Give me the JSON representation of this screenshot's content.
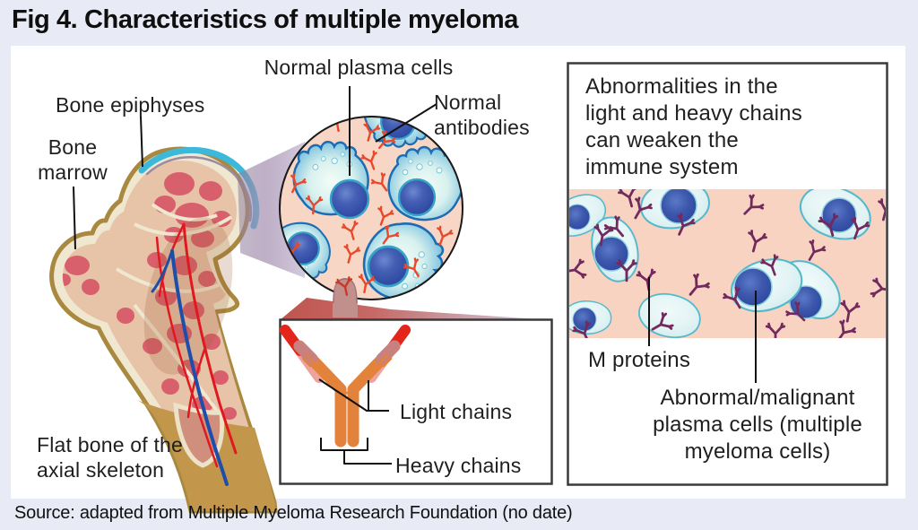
{
  "figure": {
    "title": "Fig 4. Characteristics of multiple myeloma",
    "source": "Source: adapted from Multiple Myeloma Research Foundation (no date)"
  },
  "labels": {
    "bone_epiphyses": "Bone epiphyses",
    "bone_marrow": "Bone\nmarrow",
    "flat_bone": "Flat bone of the\naxial skeleton",
    "normal_plasma_cells": "Normal plasma cells",
    "normal_antibodies": "Normal\nantibodies",
    "light_chains": "Light chains",
    "heavy_chains": "Heavy chains",
    "abnormalities_note": "Abnormalities in the\nlight and heavy chains\ncan weaken the\nimmune system",
    "m_proteins": "M proteins",
    "abnormal_cells": "Abnormal/malignant\nplasma cells (multiple\nmyeloma cells)"
  },
  "palette": {
    "background_lavender": "#e8eaf6",
    "panel_white": "#ffffff",
    "tissue_pink": "#f8d6c5",
    "plasma_cell_blue": "#3f93c9",
    "nucleus_blue": "#27419c",
    "normal_antibody_red": "#e8482b",
    "m_protein_purple": "#722a5e",
    "bone_gold": "#c2974b",
    "marrow_red": "#d8606c",
    "epiphysis_cyan": "#3bb8da",
    "box_border_gray": "#3a3a3a"
  }
}
